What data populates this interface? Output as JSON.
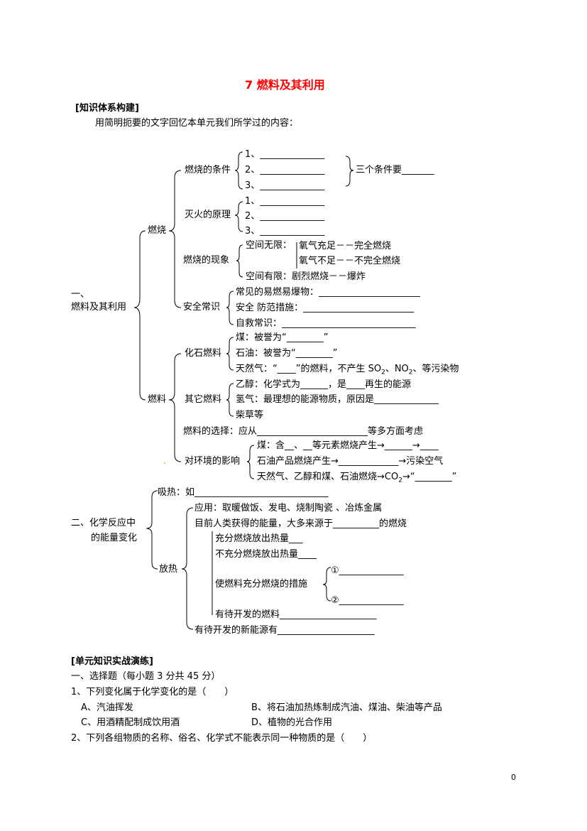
{
  "title": "7 燃料及其利用",
  "header": {
    "section1": "[知识体系构建]",
    "instruction": "用简明扼要的文字回忆本单元我们所学过的内容："
  },
  "part1": {
    "num": "一、",
    "label": "燃料及其利用",
    "combustion": {
      "label": "燃烧",
      "conditions": {
        "label": "燃烧的条件",
        "items": [
          "1、______________",
          "2、______________",
          "3、______________"
        ],
        "note": "三个条件要_______"
      },
      "extinguish": {
        "label": "灭火的原理",
        "items": [
          "1、______________",
          "2、______________",
          "3、______________"
        ]
      },
      "phenomena": {
        "label": "燃烧的现象",
        "unlimited": "空间无限：",
        "unlimited_items": [
          "氧气充足－－完全燃烧",
          "氧气不足－－不完全燃烧"
        ],
        "limited": "空间有限：剧烈燃烧－－爆炸"
      },
      "safety": {
        "label": "安全常识",
        "items": [
          "常见的易燃易爆物：______________________",
          "安全 防范措施：________________________",
          "自救常识：_____________________________"
        ]
      }
    },
    "fuel": {
      "label": "燃料",
      "fossil": {
        "label": "化石燃料",
        "coal": "煤：被誉为“________”",
        "oil": "石油：被誉为“________”",
        "gas_a": "天然气：“____”的燃料，不产生 SO",
        "gas_sub1": "2",
        "gas_b": "、NO",
        "gas_sub2": "2",
        "gas_c": "、等污染物"
      },
      "other": {
        "label": "其它燃料",
        "items": [
          "乙醇：化学式为______，是____再生的能源",
          "氢气：最理想的能源物质，原因是______________",
          "柴草等"
        ]
      },
      "choice": "燃料的选择：应从________________________等多方面考虑",
      "dot": ".",
      "env": {
        "label": "对环境的影响",
        "coal": "煤：含__、__等元素燃烧产生→______→____",
        "oil": "石油产品燃烧产生→_____________→污染空气",
        "gas_a": "天然气、乙醇和煤、石油燃烧→CO",
        "gas_sub": "2",
        "gas_b": "→“________”"
      }
    }
  },
  "part2": {
    "label1": "二、化学反应中",
    "label2": "的能量变化",
    "absorb": "吸热：如_____________________________",
    "release": {
      "label": "放热",
      "application": "应用：取暖做饭、发电、烧制陶瓷 、冶炼金属",
      "source": "目前人类获得的能量，大多来源于__________的燃烧",
      "complete": "充分燃烧放出热量___",
      "incomplete": "不充分燃烧放出热量____",
      "measures": "使燃料充分燃烧的措施",
      "measure1": "①______________",
      "measure2": "②______________",
      "develop_fuel": "有待开发的燃料_____________________",
      "develop_energy": "有待开发的新能源有_____________________"
    }
  },
  "practice": {
    "heading": "[单元知识实战演练]",
    "section": "一、选择题（每小题 3 分共 45 分）",
    "q1": "1、下列变化属于化学变化的是（　　）",
    "q1_options": [
      "A、汽油挥发",
      "B、将石油加热炼制成汽油、煤油、柴油等产品",
      "C、用酒精配制成饮用酒",
      "D、植物的光合作用"
    ],
    "q2": "2、下列各组物质的名称、俗名、化学式不能表示同一种物质的是（　　）"
  },
  "page_number": "0"
}
